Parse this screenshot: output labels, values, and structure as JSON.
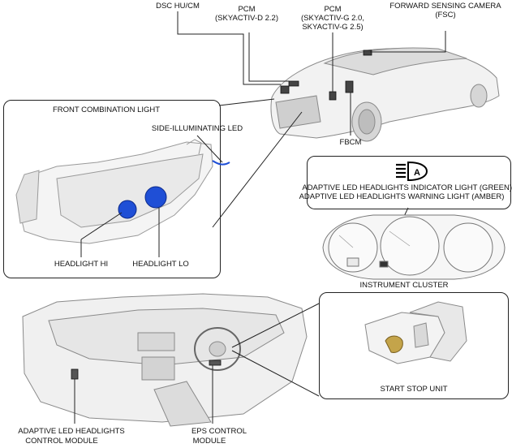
{
  "labels": {
    "dsc_hu_cm": "DSC HU/CM",
    "pcm_d_1": "PCM",
    "pcm_d_2": "(SKYACTIV-D 2.2)",
    "pcm_g_1": "PCM",
    "pcm_g_2": "(SKYACTIV-G 2.0,",
    "pcm_g_3": "SKYACTIV-G 2.5)",
    "fsc_1": "FORWARD SENSING CAMERA",
    "fsc_2": "(FSC)",
    "front_combination_light": "FRONT COMBINATION LIGHT",
    "side_illuminating_led": "SIDE-ILLUMINATING LED",
    "fbcm": "FBCM",
    "indicator_1": "ADAPTIVE LED HEADLIGHTS INDICATOR LIGHT (GREEN)/",
    "indicator_2": "ADAPTIVE LED HEADLIGHTS WARNING LIGHT (AMBER)",
    "headlight_hi": "HEADLIGHT HI",
    "headlight_lo": "HEADLIGHT LO",
    "instrument_cluster": "INSTRUMENT CLUSTER",
    "start_stop_unit": "START STOP UNIT",
    "adaptive_module_1": "ADAPTIVE LED HEADLIGHTS",
    "adaptive_module_2": "CONTROL MODULE",
    "eps_1": "EPS CONTROL",
    "eps_2": "MODULE"
  },
  "icon": {
    "symbol": "A",
    "name": "adaptive-headlight-icon"
  },
  "colors": {
    "led_blue": "#1f4fd6",
    "line": "#222222",
    "sketch": "#9a9a9a"
  }
}
